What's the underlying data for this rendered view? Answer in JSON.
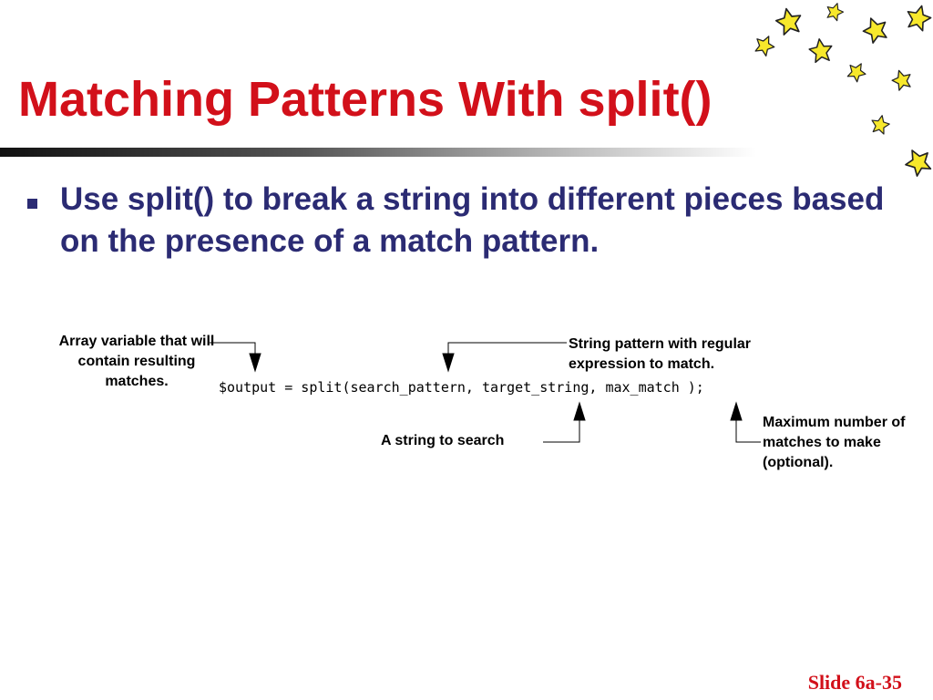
{
  "slide": {
    "title": "Matching Patterns With split()",
    "bullet": "Use split() to break a string into different pieces based on the presence of a match pattern.",
    "code_line": "$output = split(search_pattern, target_string, max_match );",
    "annotations": {
      "array_variable": "Array variable that will contain resulting matches.",
      "string_pattern": "String pattern with regular expression  to match.",
      "target_string": "A string to search",
      "max_match": "Maximum number of matches to make (optional)."
    },
    "footer": "Slide 6a-35"
  },
  "colors": {
    "title": "#d2101a",
    "bullet_text": "#2b2b73",
    "star_fill": "#f7e82b",
    "star_outline": "#222222"
  },
  "icons": {
    "decoration": "star-icon",
    "bullet": "square-bullet-icon"
  }
}
